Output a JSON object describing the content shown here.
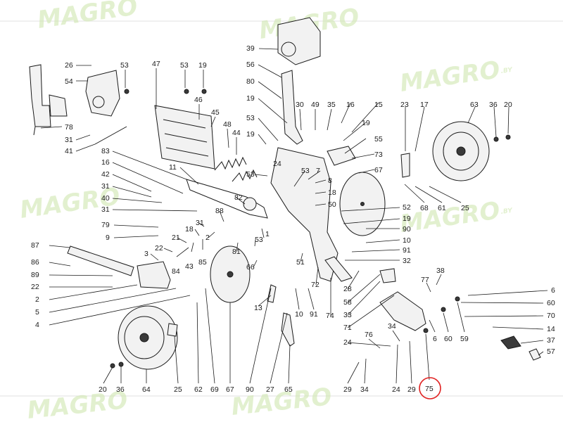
{
  "watermark": {
    "text": "MAGRO",
    "suffix": ".BY"
  },
  "highlight_color": "#e02020",
  "highlighted_callout": "75",
  "callouts": {
    "c26": "26",
    "c53a": "53",
    "c54": "54",
    "c47": "47",
    "c53b": "53",
    "c19a": "19",
    "c46": "46",
    "c78": "78",
    "c31a": "31",
    "c41": "41",
    "c45": "45",
    "c48": "48",
    "c44": "44",
    "c83": "83",
    "c16a": "16",
    "c42": "42",
    "c31b": "31",
    "c40": "40",
    "c31c": "31",
    "c79": "79",
    "c9": "9",
    "c11": "11",
    "c87": "87",
    "c86": "86",
    "c89": "89",
    "c22a": "22",
    "c2a": "2",
    "c5": "5",
    "c4": "4",
    "c3": "3",
    "c22b": "22",
    "c84": "84",
    "c43": "43",
    "c85": "85",
    "c21": "21",
    "c18a": "18",
    "c31d": "31",
    "c2b": "2",
    "c88": "88",
    "c82": "82",
    "c1": "1",
    "c81": "81",
    "c66": "66",
    "c53c": "53",
    "c39": "39",
    "c56": "56",
    "c80": "80",
    "c19b": "19",
    "c30": "30",
    "c49": "49",
    "c35": "35",
    "c16b": "16",
    "c15": "15",
    "c53d": "53",
    "c19c": "19",
    "c19d": "19",
    "c53e": "53",
    "c24a": "24",
    "c53f": "53",
    "c7": "7",
    "c55": "55",
    "c73": "73",
    "c67a": "67",
    "c8": "8",
    "c18b": "18",
    "c50": "50",
    "c52": "52",
    "c19e": "19",
    "c90a": "90",
    "c10a": "10",
    "c91a": "91",
    "c32": "32",
    "c51": "51",
    "c72": "72",
    "c74": "74",
    "c28": "28",
    "c58": "58",
    "c33": "33",
    "c71": "71",
    "c23": "23",
    "c17": "17",
    "c63": "63",
    "c36a": "36",
    "c20a": "20",
    "c68": "68",
    "c61": "61",
    "c25a": "25",
    "c38": "38",
    "c77": "77",
    "c6a": "6",
    "c60a": "60",
    "c70": "70",
    "c14": "14",
    "c37": "37",
    "c57": "57",
    "c6b": "6",
    "c60b": "60",
    "c59": "59",
    "c34a": "34",
    "c76": "76",
    "c24b": "24",
    "c20b": "20",
    "c36b": "36",
    "c64": "64",
    "c25b": "25",
    "c62": "62",
    "c69": "69",
    "c67b": "67",
    "c90b": "90",
    "c13": "13",
    "c27": "27",
    "c10b": "10",
    "c91b": "91",
    "c65": "65",
    "c29a": "29",
    "c34b": "34",
    "c24c": "24",
    "c29b": "29",
    "c75": "75"
  }
}
